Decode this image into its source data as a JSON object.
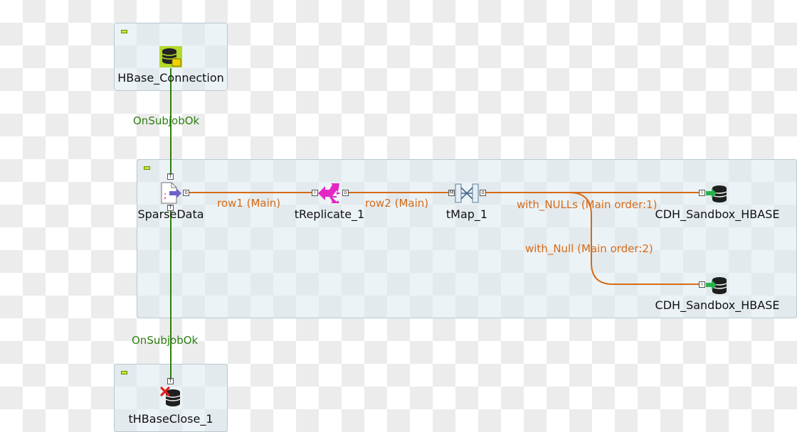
{
  "components": {
    "hbase_connection": "HBase_Connection",
    "sparse_data": "SparseData",
    "treplicate": "tReplicate_1",
    "tmap": "tMap_1",
    "cdh_sandbox_1": "CDH_Sandbox_HBASE",
    "cdh_sandbox_2": "CDH_Sandbox_HBASE",
    "thbase_close": "tHBaseClose_1"
  },
  "links": {
    "onsubjob_1": "OnSubjobOk",
    "onsubjob_2": "OnSubjobOk",
    "row1": "row1 (Main)",
    "row2": "row2 (Main)",
    "with_nulls": "with_NULLs (Main order:1)",
    "with_null": "with_Null (Main order:2)"
  },
  "colors": {
    "trigger_link": "#2e7d12",
    "main_link": "#d76a16",
    "subjob_bg": "#dceaee",
    "collapse_toggle": "#c8e632"
  },
  "icons": [
    "hbase-connection-icon",
    "file-input-icon",
    "replicate-icon",
    "tmap-icon",
    "hbase-output-icon",
    "hbase-close-icon"
  ]
}
